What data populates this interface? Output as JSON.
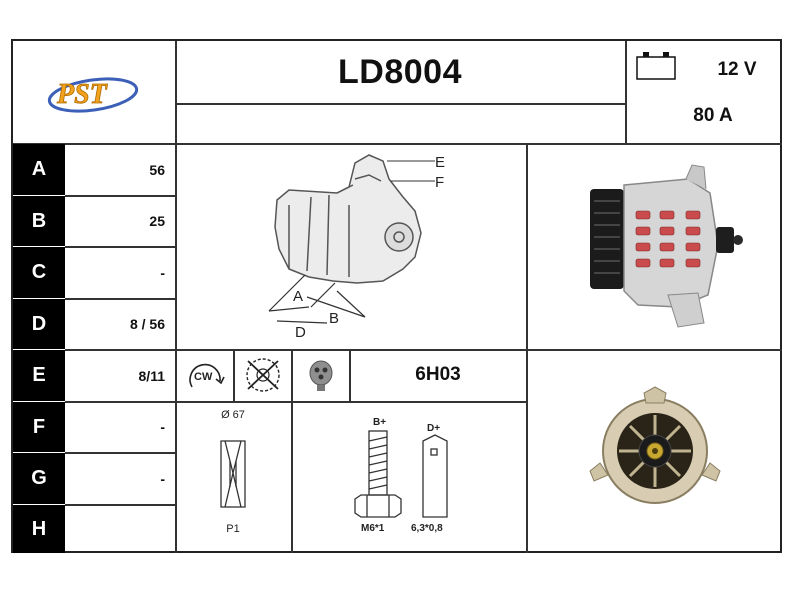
{
  "header": {
    "part_number": "LD8004",
    "voltage": "12 V",
    "amperage": "80 A",
    "logo_text": "PST"
  },
  "specs": [
    {
      "letter": "A",
      "value": "56"
    },
    {
      "letter": "B",
      "value": "25"
    },
    {
      "letter": "C",
      "value": "-"
    },
    {
      "letter": "D",
      "value": "8 / 56"
    },
    {
      "letter": "E",
      "value": "8/11"
    },
    {
      "letter": "F",
      "value": "-"
    },
    {
      "letter": "G",
      "value": "-"
    },
    {
      "letter": "H",
      "value": ""
    }
  ],
  "diagram_labels": {
    "a": "A",
    "b": "B",
    "d": "D",
    "e": "E",
    "f": "F"
  },
  "rotation": {
    "label": "CW"
  },
  "clock_position": "6H03",
  "pulley": {
    "diameter": "Ø 67",
    "type": "P1"
  },
  "terminals": {
    "b_plus": "B+",
    "d_plus": "D+",
    "b_thread": "M6*1",
    "d_size": "6,3*0,8"
  }
}
